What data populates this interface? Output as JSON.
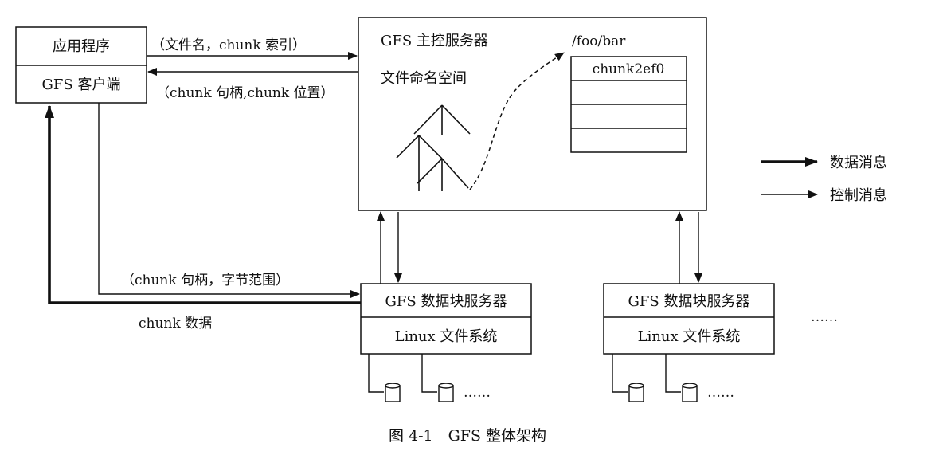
{
  "client": {
    "app_label": "应用程序",
    "client_label": "GFS 客户端"
  },
  "master": {
    "title": "GFS 主控服务器",
    "namespace_label": "文件命名空间",
    "path_label": "/foo/bar",
    "chunk_table": [
      "chunk2ef0",
      "",
      "",
      ""
    ]
  },
  "messages": {
    "request": "（文件名，chunk 索引）",
    "response": "（chunk 句柄,chunk 位置）",
    "read_request": "（chunk 句柄，字节范围）",
    "data": "chunk 数据"
  },
  "chunkservers": [
    {
      "title": "GFS 数据块服务器",
      "fs": "Linux 文件系统",
      "more": "……"
    },
    {
      "title": "GFS 数据块服务器",
      "fs": "Linux 文件系统",
      "more": "……"
    }
  ],
  "more_servers": "……",
  "legend": {
    "data_message": "数据消息",
    "control_message": "控制消息"
  },
  "caption": "图 4-1　GFS 整体架构"
}
